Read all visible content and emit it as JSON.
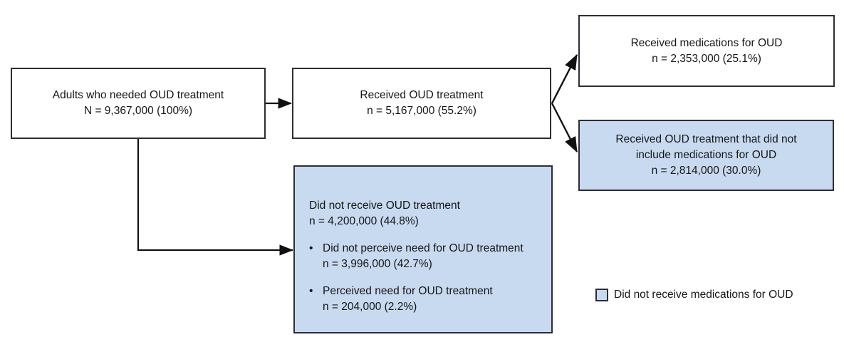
{
  "figure": {
    "type": "flowchart",
    "title": "",
    "background_color": "#ffffff",
    "highlight_color": "#c8daf0",
    "border_color": "#2d2d35"
  },
  "nodes": {
    "needed": {
      "name": "adults-who-needed-oud-treatment",
      "line1": "Adults who needed OUD treatment",
      "line2": "N = 9,367,000 (100%)",
      "filled": false
    },
    "received": {
      "name": "received-oud-treatment",
      "line1": "Received OUD treatment",
      "line2": "n = 5,167,000 (55.2%)",
      "filled": false
    },
    "medications": {
      "name": "received-medications-for-oud",
      "line1": "Received medications for OUD",
      "line2": "n = 2,353,000 (25.1%)",
      "filled": false
    },
    "no_medications": {
      "name": "received-oud-treatment-without-medications",
      "line1": "Received OUD treatment that did not",
      "line2": "include medications for OUD",
      "line3": "n = 2,814,000 (30.0%)",
      "filled": true
    },
    "not_received": {
      "name": "did-not-receive-oud-treatment",
      "line1": "Did not receive OUD treatment",
      "line2": "n = 4,200,000 (44.8%)",
      "filled": true,
      "bullets": [
        {
          "marker": "•",
          "line1": "Did not perceive need for OUD treatment",
          "line2": "n = 3,996,000 (42.7%)"
        },
        {
          "marker": "•",
          "line1": "Perceived need for OUD treatment",
          "line2": "n = 204,000 (2.2%)"
        }
      ]
    }
  },
  "legend": {
    "swatch_color": "#c8daf0",
    "label": "Did not receive medications for OUD"
  },
  "chart_data": {
    "type": "flowchart",
    "title": "Adults who needed OUD treatment — treatment cascade",
    "total": {
      "label": "Adults who needed OUD treatment",
      "n": 9367000,
      "percent": 100.0
    },
    "nodes": [
      {
        "id": "needed",
        "label": "Adults who needed OUD treatment",
        "n": 9367000,
        "percent": 100.0,
        "parent": null,
        "highlighted": false
      },
      {
        "id": "received",
        "label": "Received OUD treatment",
        "n": 5167000,
        "percent": 55.2,
        "parent": "needed",
        "highlighted": false
      },
      {
        "id": "medications",
        "label": "Received medications for OUD",
        "n": 2353000,
        "percent": 25.1,
        "parent": "received",
        "highlighted": false
      },
      {
        "id": "no_medications",
        "label": "Received OUD treatment that did not include medications for OUD",
        "n": 2814000,
        "percent": 30.0,
        "parent": "received",
        "highlighted": true
      },
      {
        "id": "not_received",
        "label": "Did not receive OUD treatment",
        "n": 4200000,
        "percent": 44.8,
        "parent": "needed",
        "highlighted": true
      },
      {
        "id": "no_perceived_need",
        "label": "Did not perceive need for OUD treatment",
        "n": 3996000,
        "percent": 42.7,
        "parent": "not_received",
        "highlighted": true
      },
      {
        "id": "perceived_need",
        "label": "Perceived need for OUD treatment",
        "n": 204000,
        "percent": 2.2,
        "parent": "not_received",
        "highlighted": true
      }
    ],
    "edges": [
      {
        "from": "needed",
        "to": "received"
      },
      {
        "from": "needed",
        "to": "not_received"
      },
      {
        "from": "received",
        "to": "medications"
      },
      {
        "from": "received",
        "to": "no_medications"
      }
    ],
    "legend": [
      {
        "color": "#c8daf0",
        "label": "Did not receive medications for OUD"
      }
    ]
  }
}
